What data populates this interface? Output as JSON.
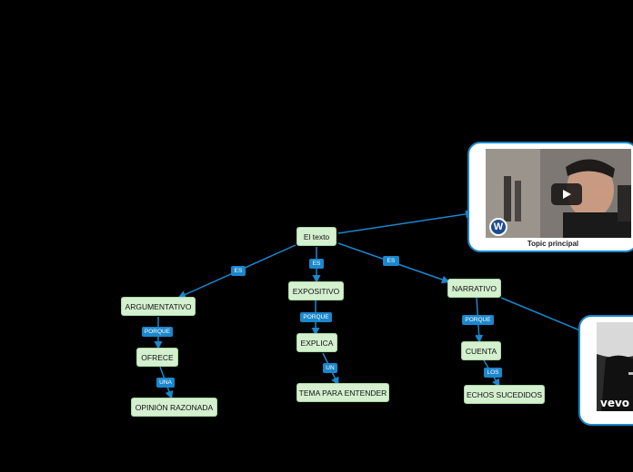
{
  "nodes": {
    "root": "El texto",
    "argumentativo": "ARGUMENTATIVO",
    "ofrece": "OFRECE",
    "opinion": "OPINIÓN RAZONADA",
    "expositivo": "EXPOSITIVO",
    "explica": "EXPLICA",
    "tema": "TEMA PARA ENTENDER",
    "narrativo": "NARRATIVO",
    "cuenta": "CUENTA",
    "echos": "ECHOS SUCEDIDOS"
  },
  "tags": {
    "es_left": "ES",
    "es_mid": "ES",
    "es_right": "ES",
    "porque_left": "PORQUE",
    "porque_mid": "PORQUE",
    "porque_right": "PORQUE",
    "una": "UNA",
    "un": "UN",
    "los": "LOS"
  },
  "topic_card": {
    "caption": "Topic principal",
    "play_icon": "play-icon",
    "logo_icon": "warner-logo-icon"
  },
  "video_card": {
    "logo_text": "vevo"
  },
  "colors": {
    "background": "#000000",
    "node_fill": "#d4f0cf",
    "connector": "#1b87cc",
    "tag_fill": "#1b87cc"
  }
}
